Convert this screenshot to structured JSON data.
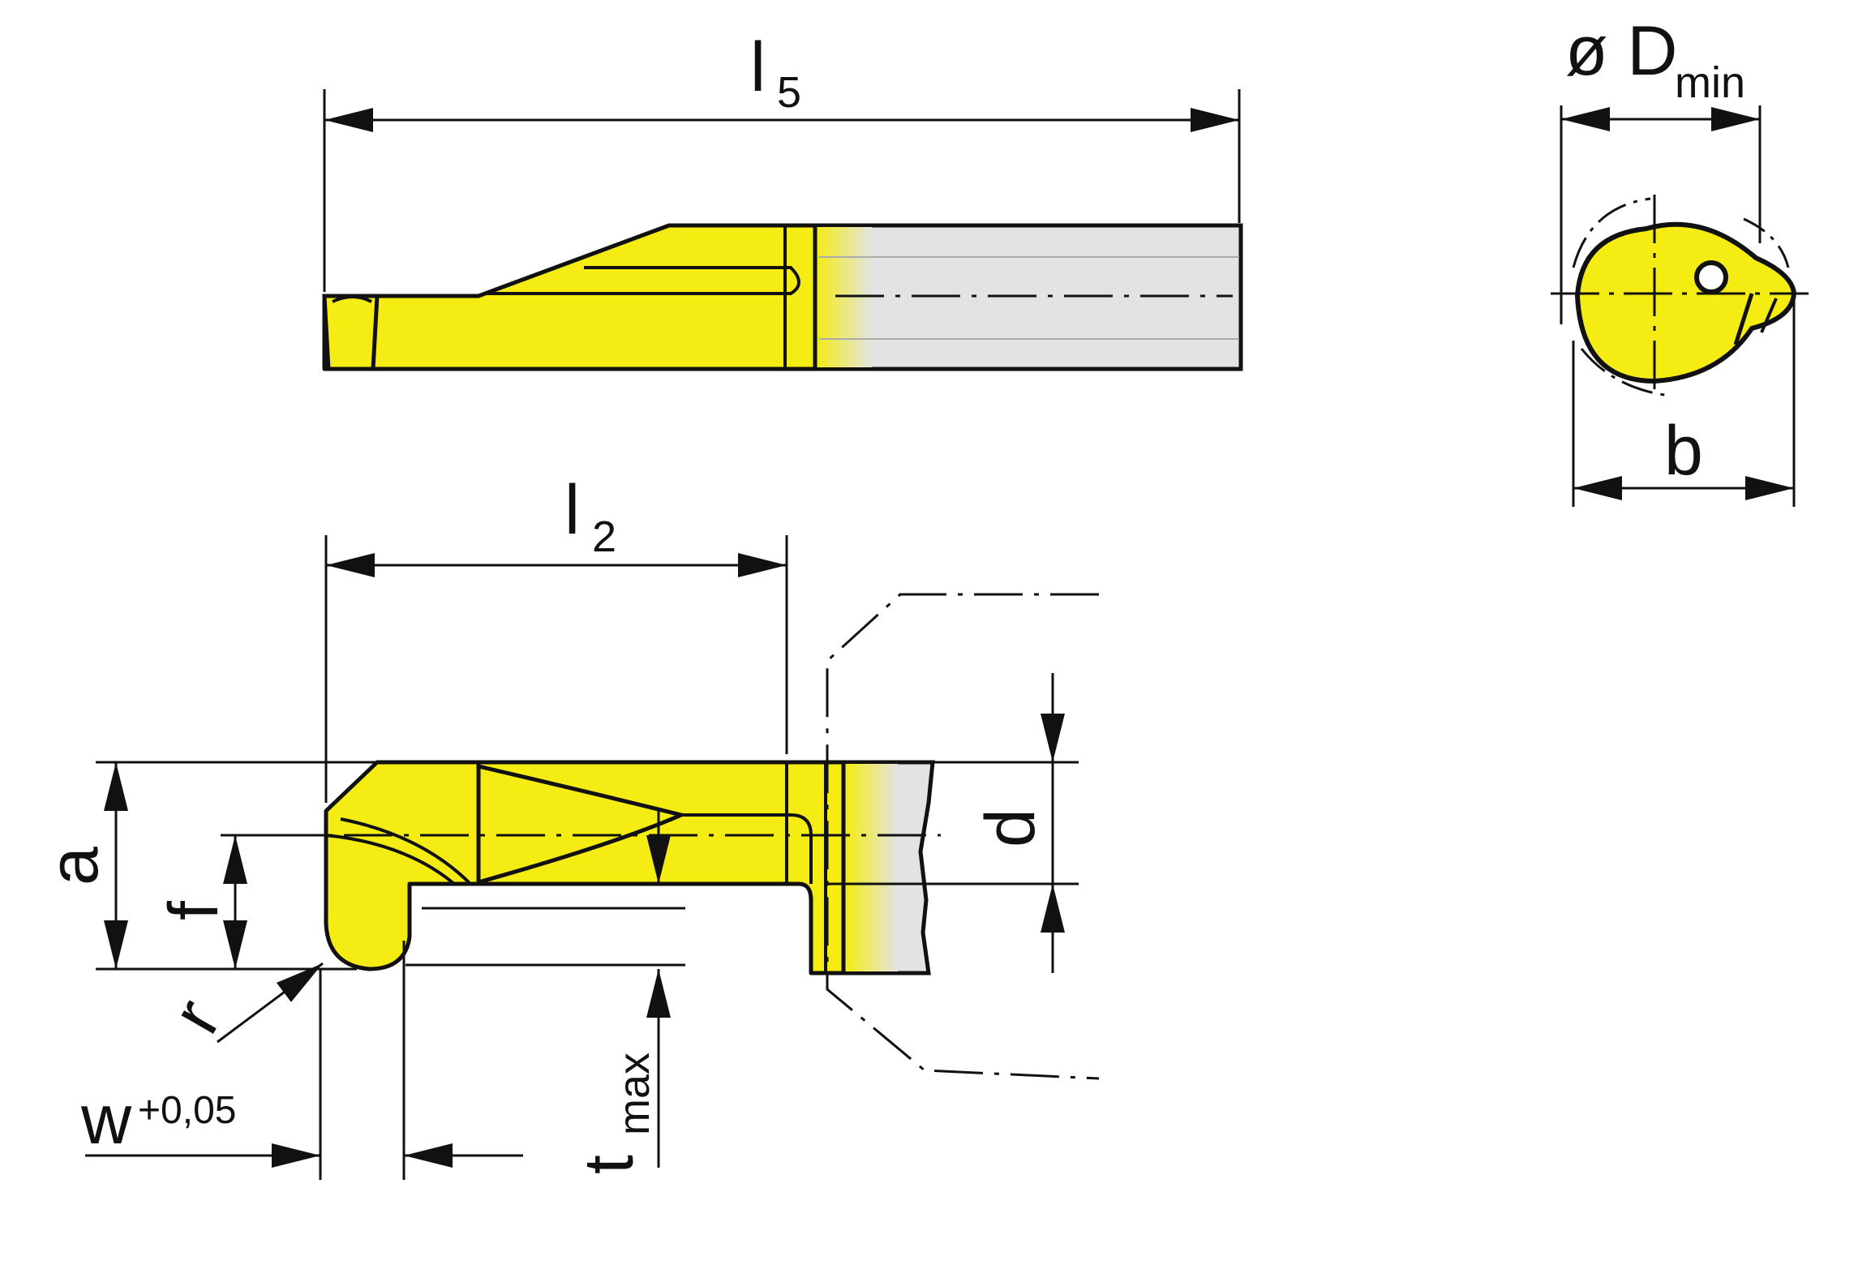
{
  "labels": {
    "l5": {
      "main": "l",
      "sub": "5"
    },
    "l2": {
      "main": "l",
      "sub": "2"
    },
    "dmin": {
      "main": "ø D",
      "sub": "min"
    },
    "b": "b",
    "a": "a",
    "f": "f",
    "d": "d",
    "r": "r",
    "w": {
      "main": "w",
      "sup": "+0,05"
    },
    "tmax": {
      "main": "t",
      "sub": "max"
    }
  },
  "colors": {
    "insert_yellow": "#f4ec12",
    "holder_gray": "#e3e3e3",
    "outline": "#111111",
    "background": "#ffffff"
  }
}
